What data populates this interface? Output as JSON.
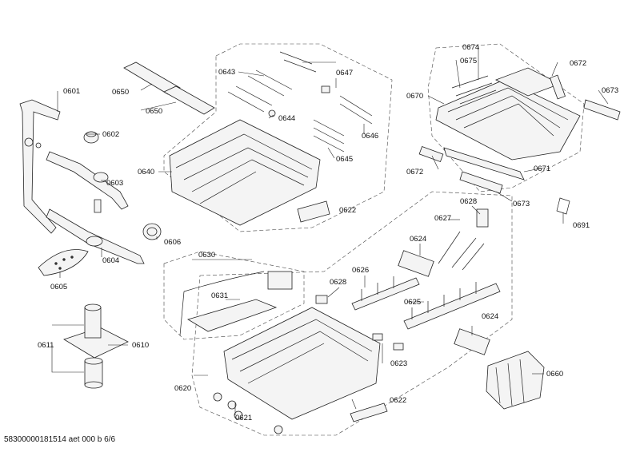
{
  "footer": "58300000181514 aet 000 b 6/6",
  "parts": {
    "p0601": "0601",
    "p0602": "0602",
    "p0603": "0603",
    "p0604": "0604",
    "p0605": "0605",
    "p0606": "0606",
    "p0610": "0610",
    "p0611": "0611",
    "p0620": "0620",
    "p0621": "0621",
    "p0622a": "0622",
    "p0622b": "0622",
    "p0623": "0623",
    "p0624a": "0624",
    "p0624b": "0624",
    "p0625": "0625",
    "p0626": "0626",
    "p0627": "0627",
    "p0628a": "0628",
    "p0628b": "0628",
    "p0630": "0630",
    "p0631": "0631",
    "p0640": "0640",
    "p0643": "0643",
    "p0644": "0644",
    "p0645": "0645",
    "p0646": "0646",
    "p0647": "0647",
    "p0650a": "0650",
    "p0650b": "0650",
    "p0660": "0660",
    "p0670": "0670",
    "p0671": "0671",
    "p0672a": "0672",
    "p0672b": "0672",
    "p0673a": "0673",
    "p0673b": "0673",
    "p0674": "0674",
    "p0675": "0675",
    "p0691": "0691"
  }
}
